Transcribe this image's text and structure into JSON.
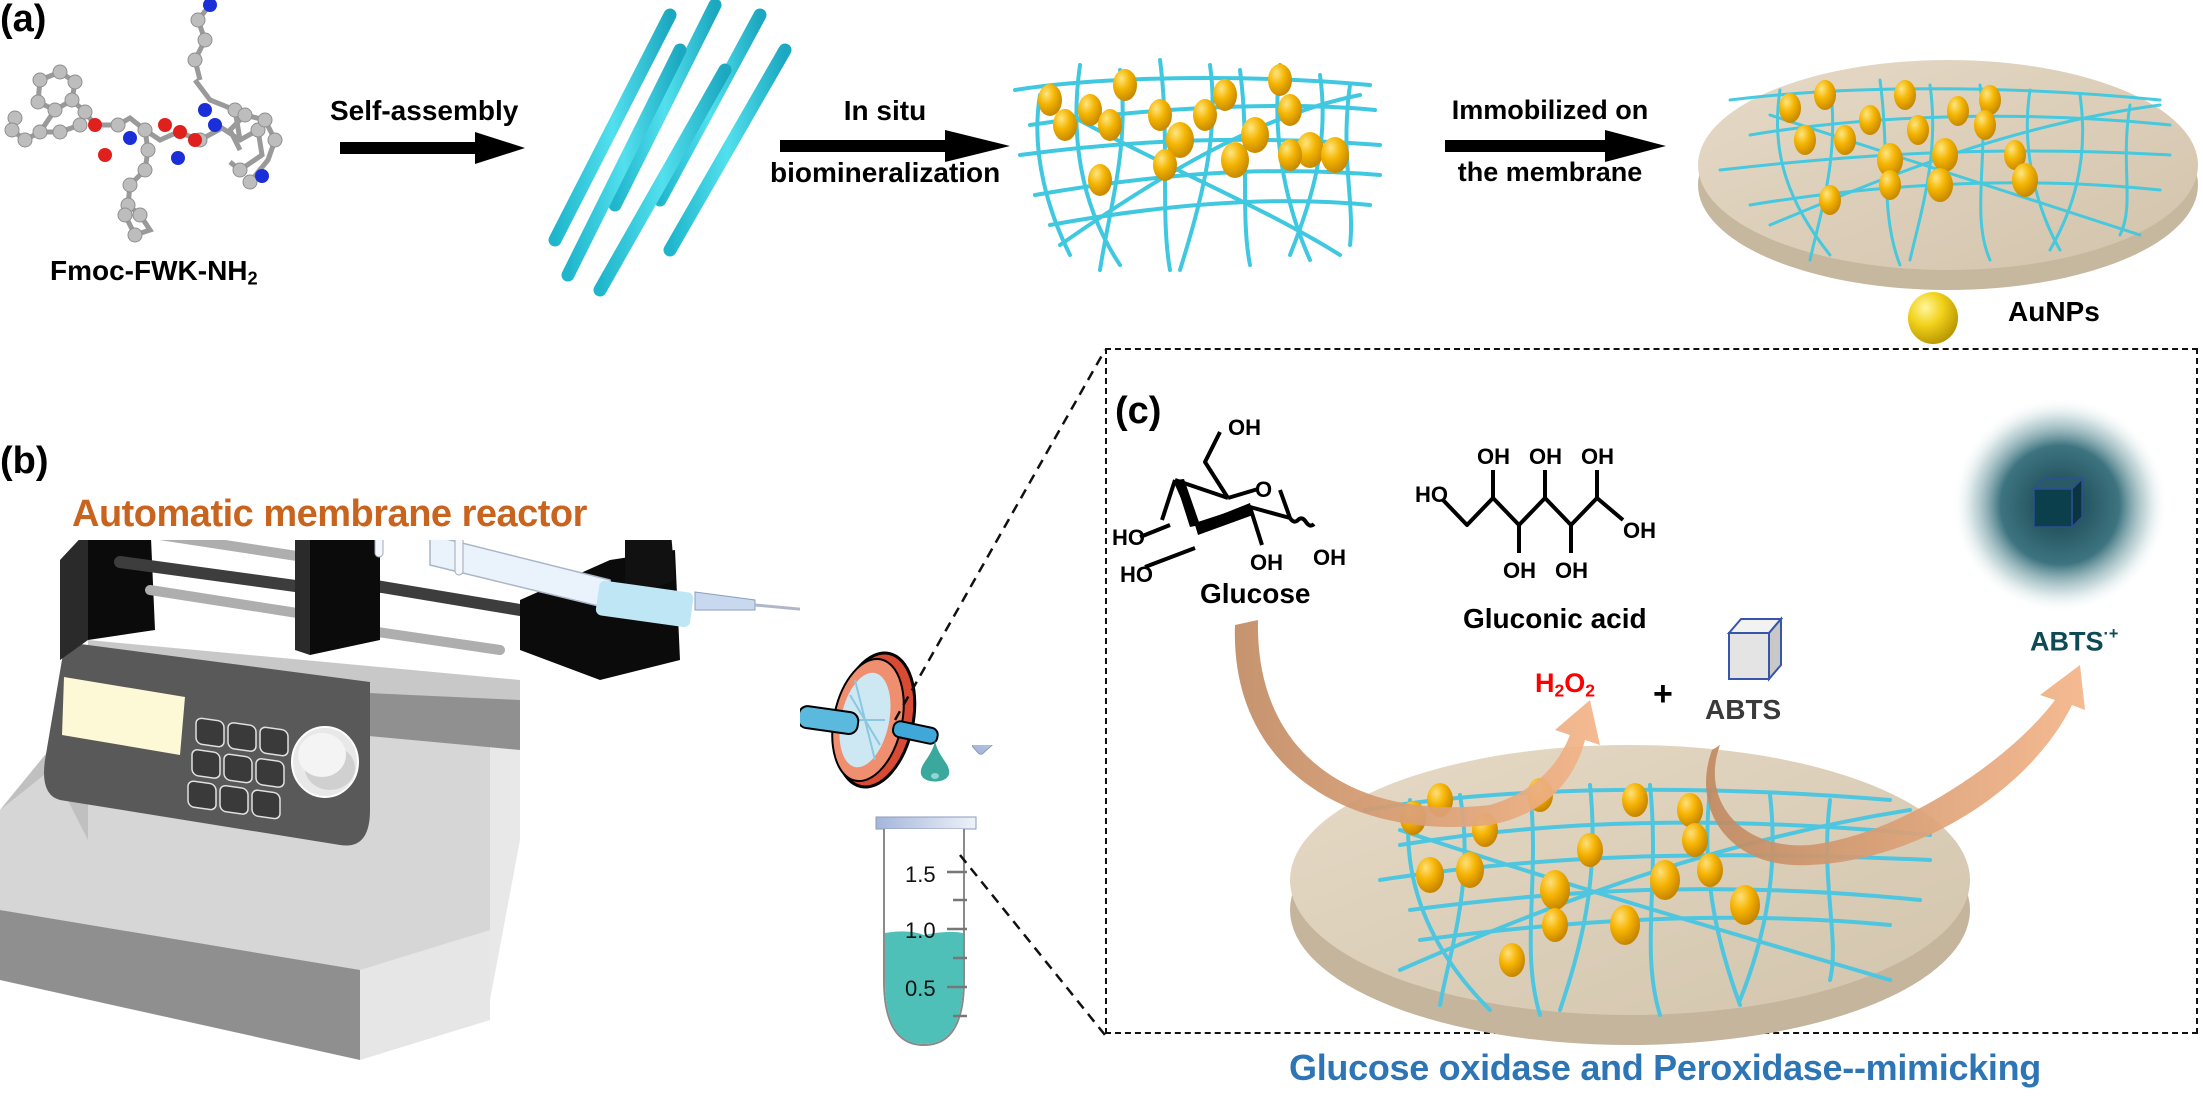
{
  "panels": {
    "a": {
      "label": "(a)",
      "molecule_name": "Fmoc-FWK-NH",
      "molecule_subscript": "2",
      "steps": [
        {
          "label": "Self-assembly"
        },
        {
          "label_line1": "In situ",
          "label_line2": "biomineralization"
        },
        {
          "label_line1": "Immobilized on",
          "label_line2": "the membrane"
        }
      ],
      "legend": {
        "label": "AuNPs",
        "icon": "gold-nanoparticle-icon"
      }
    },
    "b": {
      "label": "(b)",
      "title": "Automatic membrane reactor",
      "tube_scale": [
        "1.5",
        "1.0",
        "0.5"
      ],
      "tube_fill_level_ml": 1.0
    },
    "c": {
      "label": "(c)",
      "glucose": {
        "name": "Glucose",
        "groups": [
          "OH",
          "HO",
          "HO",
          "OH",
          "OH",
          "O"
        ]
      },
      "gluconic_acid": {
        "name": "Gluconic acid",
        "groups": [
          "HO",
          "OH",
          "OH",
          "OH",
          "OH",
          "OH",
          "OH"
        ]
      },
      "h2o2": {
        "main": "H",
        "sub1": "2",
        "mid": "O",
        "sub2": "2"
      },
      "plus": "+",
      "abts": "ABTS",
      "abts_radical": {
        "main": "ABTS",
        "sup": "·+"
      },
      "caption": "Glucose oxidase and Peroxidase--mimicking"
    }
  },
  "colors": {
    "title_orange": "#c8641e",
    "caption_blue": "#2e75b6",
    "h2o2_red": "#ff0000",
    "abts_gray": "#3a3a3a",
    "abts_radical_teal": "#0d4a55",
    "fiber_cyan": "#3fc8e0",
    "gold": "#f4b400",
    "membrane": "#d9cbb5",
    "arrow_orange": "#eeaa78"
  }
}
